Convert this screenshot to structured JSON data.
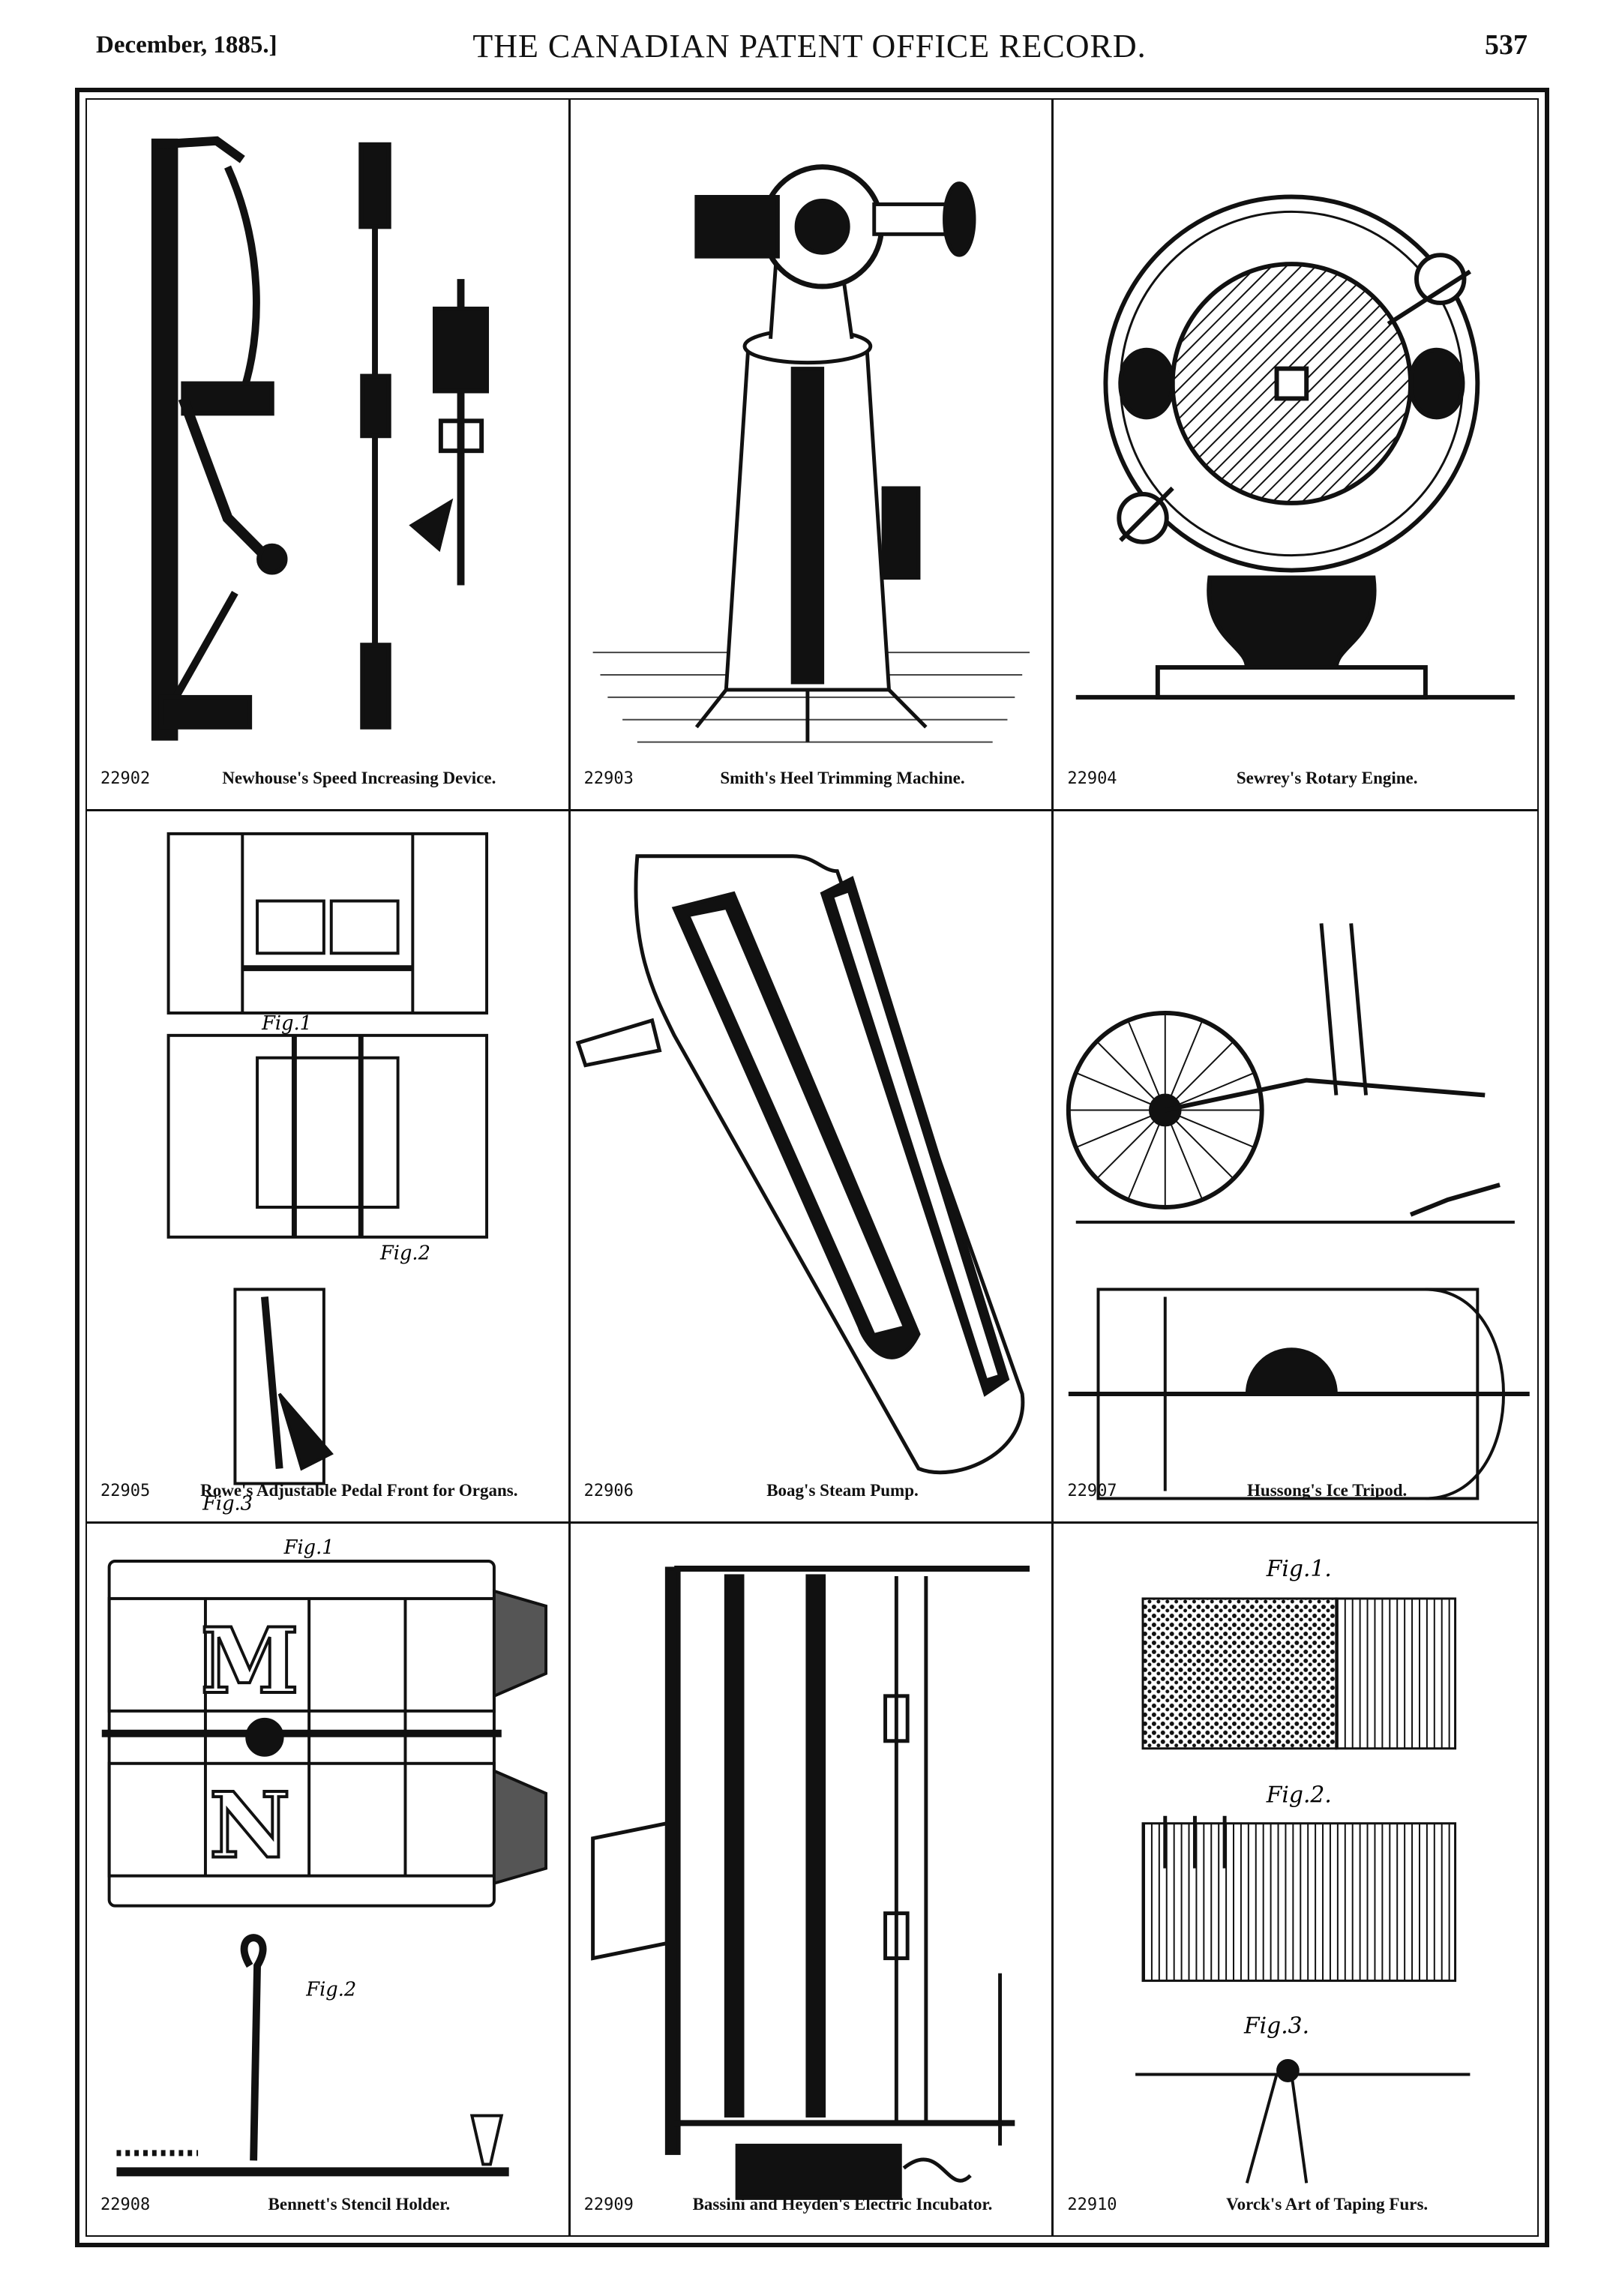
{
  "header": {
    "date": "December, 1885.]",
    "title": "THE CANADIAN PATENT OFFICE RECORD.",
    "page": "537"
  },
  "patents": [
    {
      "number": "22902",
      "title": "Newhouse's Speed Increasing Device."
    },
    {
      "number": "22903",
      "title": "Smith's Heel Trimming Machine."
    },
    {
      "number": "22904",
      "title": "Sewrey's Rotary Engine."
    },
    {
      "number": "22905",
      "title": "Rowe's Adjustable Pedal Front for Organs."
    },
    {
      "number": "22906",
      "title": "Boag's Steam Pump."
    },
    {
      "number": "22907",
      "title": "Hussong's Ice Tripod."
    },
    {
      "number": "22908",
      "title": "Bennett's Stencil Holder."
    },
    {
      "number": "22909",
      "title": "Bassini and Heyden's Electric Incubator."
    },
    {
      "number": "22910",
      "title": "Vorck's Art of Taping Furs."
    }
  ],
  "figure_labels": {
    "rowe_fig1": "Fig.1",
    "rowe_fig2": "Fig.2",
    "rowe_fig3": "Fig.3",
    "bennett_fig1": "Fig.1",
    "bennett_fig2": "Fig.2",
    "bennett_letter_top": "M",
    "bennett_letter_bottom": "N",
    "vorck_fig1": "Fig.1.",
    "vorck_fig2": "Fig.2.",
    "vorck_fig3": "Fig.3."
  },
  "icons": {
    "newhouse": "lever-mechanism-drawing",
    "smith": "heel-trimming-machine-drawing",
    "sewrey": "rotary-engine-drawing",
    "rowe": "organ-pedal-drawing",
    "boag": "steam-pump-trough-drawing",
    "hussong": "ice-tripod-wheel-drawing",
    "bennett": "stencil-holder-drawing",
    "bassini": "electric-incubator-drawing",
    "vorck": "fur-taping-drawing"
  }
}
